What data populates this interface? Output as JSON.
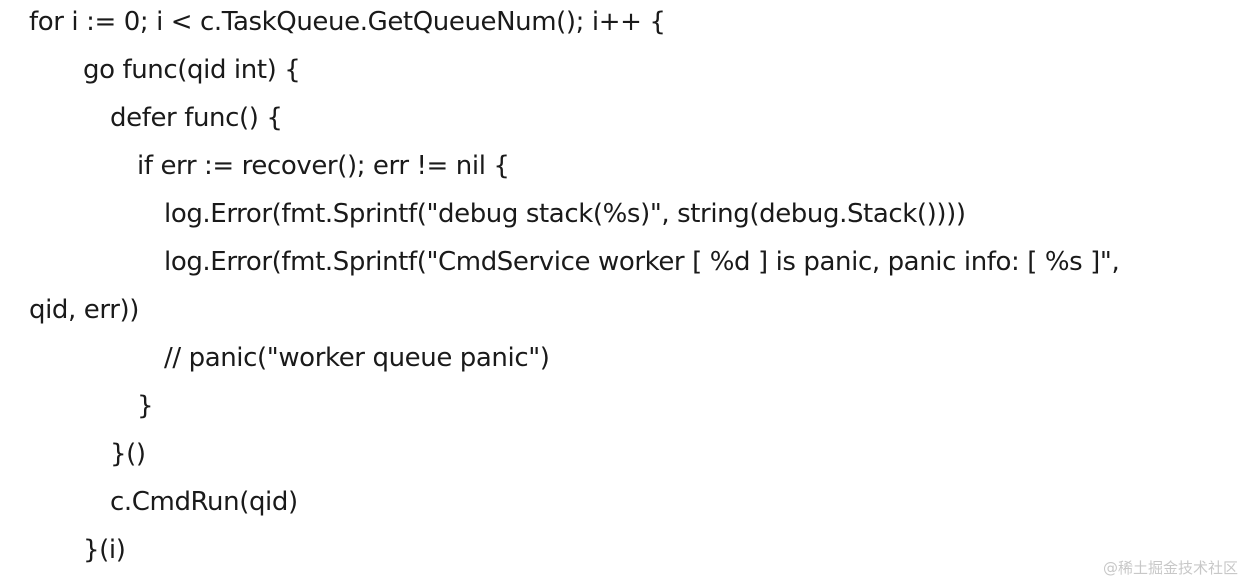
{
  "code": {
    "lines": [
      "for i := 0; i < c.TaskQueue.GetQueueNum(); i++ {",
      "go func(qid int) {",
      "defer func() {",
      "if err := recover(); err != nil {",
      "log.Error(fmt.Sprintf(\"debug stack(%s)\", string(debug.Stack())))",
      "log.Error(fmt.Sprintf(\"CmdService worker [ %d ] is panic, panic info: [ %s ]\",",
      "qid, err))",
      "// panic(\"worker queue panic\")",
      "}",
      "}()",
      "c.CmdRun(qid)",
      "}(i)"
    ]
  },
  "watermark": {
    "text": "@稀土掘金技术社区"
  }
}
